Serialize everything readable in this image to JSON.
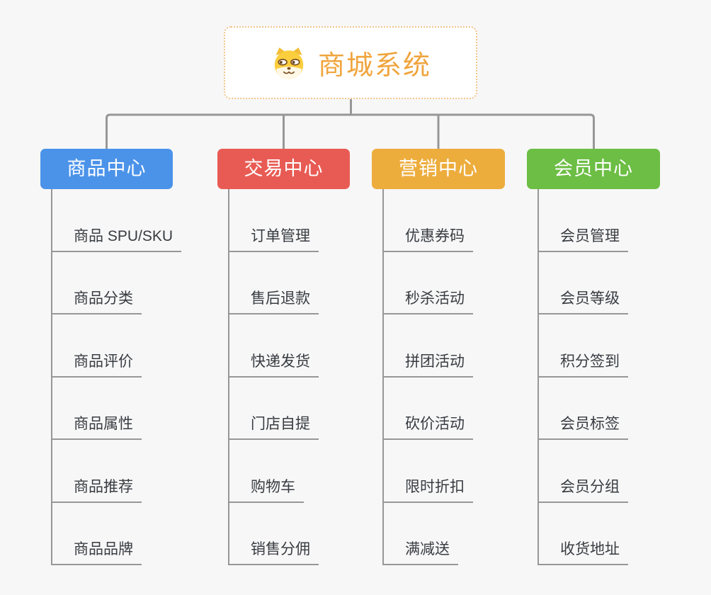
{
  "root": {
    "title": "商城系统",
    "icon": "dog-face-icon"
  },
  "branches": [
    {
      "label": "商品中心",
      "color": "#4B93E9",
      "items": [
        "商品 SPU/SKU",
        "商品分类",
        "商品评价",
        "商品属性",
        "商品推荐",
        "商品品牌"
      ]
    },
    {
      "label": "交易中心",
      "color": "#E85B54",
      "items": [
        "订单管理",
        "售后退款",
        "快递发货",
        "门店自提",
        "购物车",
        "销售分佣"
      ]
    },
    {
      "label": "营销中心",
      "color": "#EDAD3D",
      "items": [
        "优惠券码",
        "秒杀活动",
        "拼团活动",
        "砍价活动",
        "限时折扣",
        "满减送"
      ]
    },
    {
      "label": "会员中心",
      "color": "#6CBE44",
      "items": [
        "会员管理",
        "会员等级",
        "积分签到",
        "会员标签",
        "会员分组",
        "收货地址"
      ]
    }
  ],
  "colors": {
    "connector": "#979797",
    "background": "#f7f7f7",
    "root_title": "#F0A53E",
    "root_border": "#F2C489",
    "item_text": "#383C42"
  }
}
